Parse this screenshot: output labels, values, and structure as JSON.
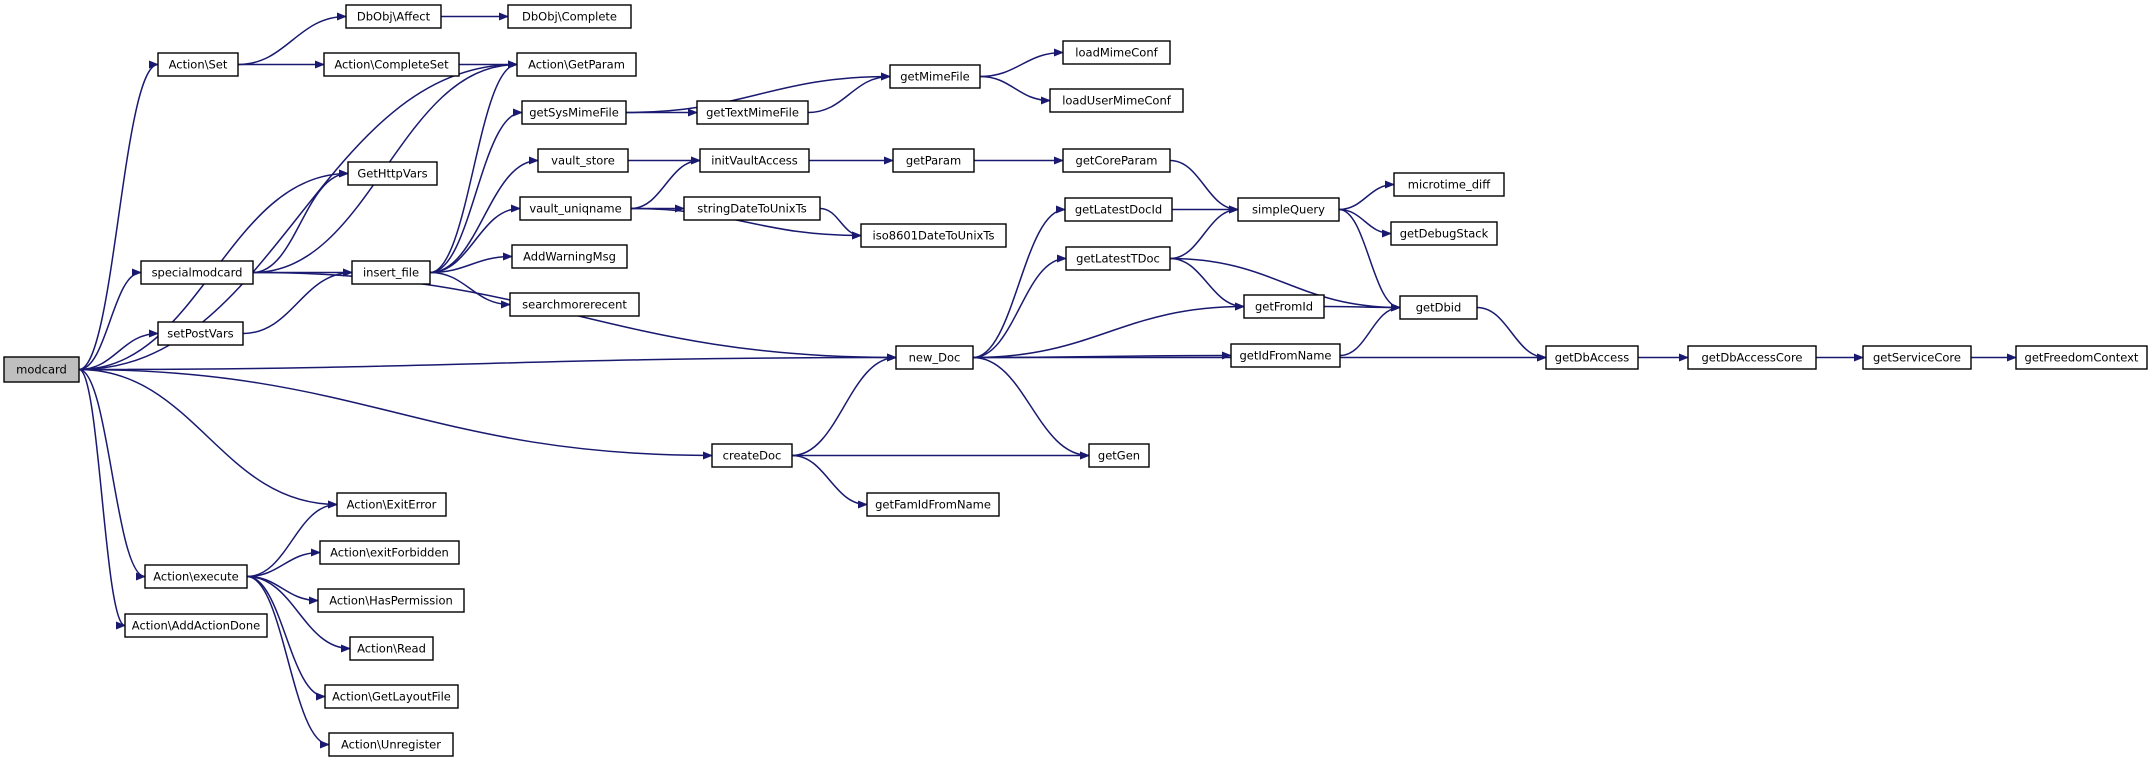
{
  "colors": {
    "edge": "#191970",
    "node_border": "#000000",
    "node_fill": "#ffffff",
    "root_fill": "#bfbfbf"
  },
  "graph": {
    "root": "modcard",
    "nodes": [
      {
        "id": "modcard",
        "label": "modcard"
      },
      {
        "id": "action_set",
        "label": "Action\\Set"
      },
      {
        "id": "dbobj_affect",
        "label": "DbObj\\Affect"
      },
      {
        "id": "dbobj_complete",
        "label": "DbObj\\Complete"
      },
      {
        "id": "action_completeset",
        "label": "Action\\CompleteSet"
      },
      {
        "id": "action_getparam",
        "label": "Action\\GetParam"
      },
      {
        "id": "gethttpvars",
        "label": "GetHttpVars"
      },
      {
        "id": "specialmodcard",
        "label": "specialmodcard"
      },
      {
        "id": "setpostvars",
        "label": "setPostVars"
      },
      {
        "id": "insert_file",
        "label": "insert_file"
      },
      {
        "id": "getsysmimefile",
        "label": "getSysMimeFile"
      },
      {
        "id": "gettextmimefile",
        "label": "getTextMimeFile"
      },
      {
        "id": "getmimefile",
        "label": "getMimeFile"
      },
      {
        "id": "loadmimeconf",
        "label": "loadMimeConf"
      },
      {
        "id": "loadusermimeconf",
        "label": "loadUserMimeConf"
      },
      {
        "id": "vault_store",
        "label": "vault_store"
      },
      {
        "id": "initvaultaccess",
        "label": "initVaultAccess"
      },
      {
        "id": "getparam",
        "label": "getParam"
      },
      {
        "id": "getcoreparam",
        "label": "getCoreParam"
      },
      {
        "id": "vault_uniqname",
        "label": "vault_uniqname"
      },
      {
        "id": "stringdatetounixts",
        "label": "stringDateToUnixTs"
      },
      {
        "id": "iso8601datetounixts",
        "label": "iso8601DateToUnixTs"
      },
      {
        "id": "addwarningmsg",
        "label": "AddWarningMsg"
      },
      {
        "id": "searchmorerecent",
        "label": "searchmorerecent"
      },
      {
        "id": "new_doc",
        "label": "new_Doc"
      },
      {
        "id": "getlatestdocid",
        "label": "getLatestDocId"
      },
      {
        "id": "getlatesttdoc",
        "label": "getLatestTDoc"
      },
      {
        "id": "simplequery",
        "label": "simpleQuery"
      },
      {
        "id": "microtime_diff",
        "label": "microtime_diff"
      },
      {
        "id": "getdebugstack",
        "label": "getDebugStack"
      },
      {
        "id": "getfromid",
        "label": "getFromId"
      },
      {
        "id": "getdbid",
        "label": "getDbid"
      },
      {
        "id": "getidfromname",
        "label": "getIdFromName"
      },
      {
        "id": "getdbaccess",
        "label": "getDbAccess"
      },
      {
        "id": "getdbaccesscore",
        "label": "getDbAccessCore"
      },
      {
        "id": "getservicecore",
        "label": "getServiceCore"
      },
      {
        "id": "getfreedomcontext",
        "label": "getFreedomContext"
      },
      {
        "id": "createdoc",
        "label": "createDoc"
      },
      {
        "id": "getgen",
        "label": "getGen"
      },
      {
        "id": "getfamidfromname",
        "label": "getFamIdFromName"
      },
      {
        "id": "action_exiterror",
        "label": "Action\\ExitError"
      },
      {
        "id": "action_execute",
        "label": "Action\\execute"
      },
      {
        "id": "action_exitforbidden",
        "label": "Action\\exitForbidden"
      },
      {
        "id": "action_haspermission",
        "label": "Action\\HasPermission"
      },
      {
        "id": "action_read",
        "label": "Action\\Read"
      },
      {
        "id": "action_getlayoutfile",
        "label": "Action\\GetLayoutFile"
      },
      {
        "id": "action_unregister",
        "label": "Action\\Unregister"
      },
      {
        "id": "action_addactiondone",
        "label": "Action\\AddActionDone"
      }
    ],
    "edges": [
      [
        "modcard",
        "action_set"
      ],
      [
        "modcard",
        "action_getparam"
      ],
      [
        "modcard",
        "gethttpvars"
      ],
      [
        "modcard",
        "specialmodcard"
      ],
      [
        "modcard",
        "setpostvars"
      ],
      [
        "modcard",
        "new_doc"
      ],
      [
        "modcard",
        "createdoc"
      ],
      [
        "modcard",
        "action_exiterror"
      ],
      [
        "modcard",
        "action_execute"
      ],
      [
        "modcard",
        "action_addactiondone"
      ],
      [
        "action_set",
        "dbobj_affect"
      ],
      [
        "action_set",
        "action_completeset"
      ],
      [
        "dbobj_affect",
        "dbobj_complete"
      ],
      [
        "action_completeset",
        "action_getparam"
      ],
      [
        "specialmodcard",
        "gethttpvars"
      ],
      [
        "specialmodcard",
        "action_getparam"
      ],
      [
        "specialmodcard",
        "insert_file"
      ],
      [
        "specialmodcard",
        "new_doc"
      ],
      [
        "setpostvars",
        "insert_file"
      ],
      [
        "insert_file",
        "action_getparam"
      ],
      [
        "insert_file",
        "getsysmimefile"
      ],
      [
        "insert_file",
        "vault_store"
      ],
      [
        "insert_file",
        "vault_uniqname"
      ],
      [
        "insert_file",
        "addwarningmsg"
      ],
      [
        "insert_file",
        "searchmorerecent"
      ],
      [
        "getsysmimefile",
        "getmimefile"
      ],
      [
        "getsysmimefile",
        "gettextmimefile"
      ],
      [
        "gettextmimefile",
        "getmimefile"
      ],
      [
        "getmimefile",
        "loadmimeconf"
      ],
      [
        "getmimefile",
        "loadusermimeconf"
      ],
      [
        "vault_store",
        "initvaultaccess"
      ],
      [
        "vault_uniqname",
        "initvaultaccess"
      ],
      [
        "vault_uniqname",
        "stringdatetounixts"
      ],
      [
        "vault_uniqname",
        "iso8601datetounixts"
      ],
      [
        "stringdatetounixts",
        "iso8601datetounixts"
      ],
      [
        "initvaultaccess",
        "getparam"
      ],
      [
        "getparam",
        "getcoreparam"
      ],
      [
        "getcoreparam",
        "simplequery"
      ],
      [
        "new_doc",
        "getlatestdocid"
      ],
      [
        "new_doc",
        "getlatesttdoc"
      ],
      [
        "new_doc",
        "getfromid"
      ],
      [
        "new_doc",
        "getidfromname"
      ],
      [
        "new_doc",
        "getdbaccess"
      ],
      [
        "new_doc",
        "getgen"
      ],
      [
        "getlatestdocid",
        "simplequery"
      ],
      [
        "getlatesttdoc",
        "simplequery"
      ],
      [
        "getlatesttdoc",
        "getfromid"
      ],
      [
        "getlatesttdoc",
        "getdbid"
      ],
      [
        "simplequery",
        "microtime_diff"
      ],
      [
        "simplequery",
        "getdebugstack"
      ],
      [
        "simplequery",
        "getdbid"
      ],
      [
        "getfromid",
        "getdbid"
      ],
      [
        "getidfromname",
        "getdbid"
      ],
      [
        "getdbid",
        "getdbaccess"
      ],
      [
        "getdbaccess",
        "getdbaccesscore"
      ],
      [
        "getdbaccesscore",
        "getservicecore"
      ],
      [
        "getservicecore",
        "getfreedomcontext"
      ],
      [
        "createdoc",
        "new_doc"
      ],
      [
        "createdoc",
        "getgen"
      ],
      [
        "createdoc",
        "getfamidfromname"
      ],
      [
        "action_execute",
        "action_exiterror"
      ],
      [
        "action_execute",
        "action_exitforbidden"
      ],
      [
        "action_execute",
        "action_haspermission"
      ],
      [
        "action_execute",
        "action_read"
      ],
      [
        "action_execute",
        "action_getlayoutfile"
      ],
      [
        "action_execute",
        "action_unregister"
      ]
    ]
  }
}
